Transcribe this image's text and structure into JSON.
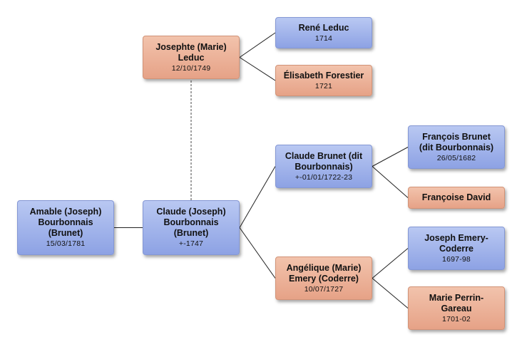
{
  "colors": {
    "male": "#9fb1ea",
    "female": "#eab097",
    "line": "#222222",
    "spouse_line": "#666666"
  },
  "people": [
    {
      "id": "amable",
      "name": "Amable (Joseph)\nBourbonnais\n(Brunet)",
      "date": "15/03/1781",
      "sex": "m"
    },
    {
      "id": "claude_joseph",
      "name": "Claude (Joseph)\nBourbonnais\n(Brunet)",
      "date": "+-1747",
      "sex": "m"
    },
    {
      "id": "josephte",
      "name": "Josephte (Marie)\nLeduc",
      "date": "12/10/1749",
      "sex": "f"
    },
    {
      "id": "rene",
      "name": "René Leduc",
      "date": "1714",
      "sex": "m"
    },
    {
      "id": "elisabeth",
      "name": "Élisabeth Forestier",
      "date": "1721",
      "sex": "f"
    },
    {
      "id": "claude_brunet",
      "name": "Claude Brunet (dit\nBourbonnais)",
      "date": "+-01/01/1722-23",
      "sex": "m"
    },
    {
      "id": "angelique",
      "name": "Angélique (Marie)\nEmery (Coderre)",
      "date": "10/07/1727",
      "sex": "f"
    },
    {
      "id": "francois",
      "name": "François Brunet\n(dit Bourbonnais)",
      "date": "26/05/1682",
      "sex": "m"
    },
    {
      "id": "francoise",
      "name": "Françoise David",
      "date": "",
      "sex": "f"
    },
    {
      "id": "joseph_emery",
      "name": "Joseph Emery-\nCoderre",
      "date": "1697-98",
      "sex": "m"
    },
    {
      "id": "marie_perrin",
      "name": "Marie Perrin-\nGareau",
      "date": "1701-02",
      "sex": "f"
    }
  ],
  "parent_links": [
    {
      "child": "amable",
      "parents": [
        "claude_joseph"
      ]
    },
    {
      "child": "claude_joseph",
      "parents": [
        "claude_brunet",
        "angelique"
      ]
    },
    {
      "child": "josephte",
      "parents": [
        "rene",
        "elisabeth"
      ]
    },
    {
      "child": "claude_brunet",
      "parents": [
        "francois",
        "francoise"
      ]
    },
    {
      "child": "angelique",
      "parents": [
        "joseph_emery",
        "marie_perrin"
      ]
    }
  ],
  "spouse_links": [
    {
      "a": "claude_joseph",
      "b": "josephte"
    }
  ]
}
